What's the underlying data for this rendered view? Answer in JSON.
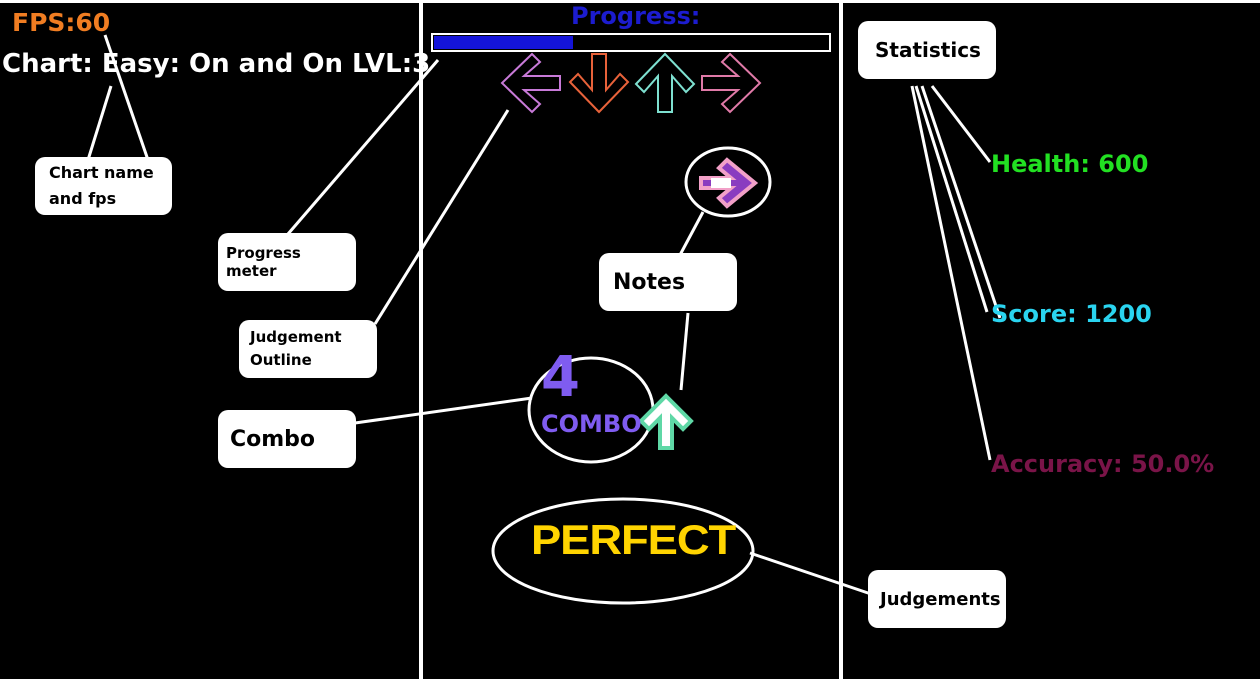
{
  "hud": {
    "fps": "FPS:60",
    "chart_line": "Chart: Easy: On and On LVL:3"
  },
  "progress": {
    "label": "Progress:",
    "value": 0.35
  },
  "stats": {
    "title": "Statistics",
    "health": "Health: 600",
    "score": "Score: 1200",
    "accuracy": "Accuracy: 50.0%"
  },
  "combo": {
    "count": "4",
    "label": "COMBO"
  },
  "judgement": {
    "text": "PERFECT"
  },
  "annotations": {
    "chart_name_fps": [
      "Chart name",
      "and fps"
    ],
    "progress_meter": "Progress meter",
    "judgement_outline": [
      "Judgement",
      "Outline"
    ],
    "combo": "Combo",
    "notes": "Notes",
    "judgements": "Judgements"
  },
  "receptors": [
    "left-arrow-icon",
    "down-arrow-icon",
    "up-arrow-icon",
    "right-arrow-icon"
  ],
  "colors": {
    "background": "#000000",
    "fps": "#f07d22",
    "progress": "#1414d8",
    "health": "#22e022",
    "score": "#2ad4f0",
    "accuracy": "#7a1448",
    "combo": "#7f5cf0",
    "perfect": "#ffd400"
  }
}
